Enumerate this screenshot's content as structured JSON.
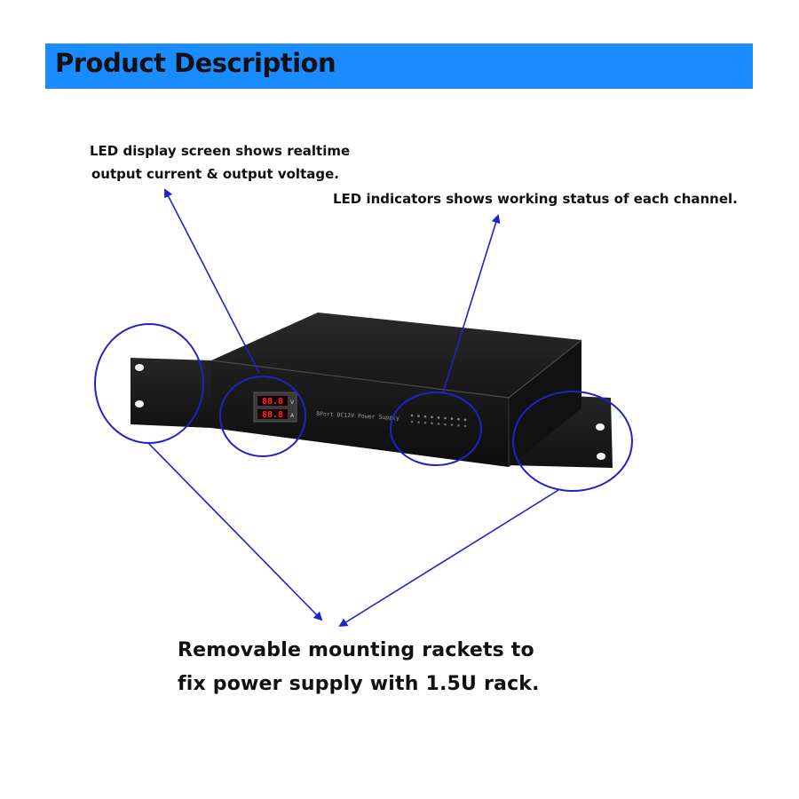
{
  "header": {
    "title": "Product Description",
    "color": "#1a8cff"
  },
  "callouts": {
    "display": {
      "line1": "LED display screen shows realtime",
      "line2": "output current & output voltage."
    },
    "indicators": {
      "text": "LED indicators shows working status of each channel."
    },
    "rackets": {
      "line1": "Removable mounting rackets to",
      "line2": "fix power supply with 1.5U rack."
    }
  },
  "product": {
    "panel_label": "8Port DC12V Power Supply",
    "meter_values": {
      "voltage": "88.8",
      "current": "88.8"
    },
    "meter_units": {
      "voltage": "V",
      "current": "A"
    }
  },
  "colors": {
    "annotation": "#1f22c9",
    "chassis": "#1c1c1c",
    "display_red": "#ff2a2a"
  }
}
